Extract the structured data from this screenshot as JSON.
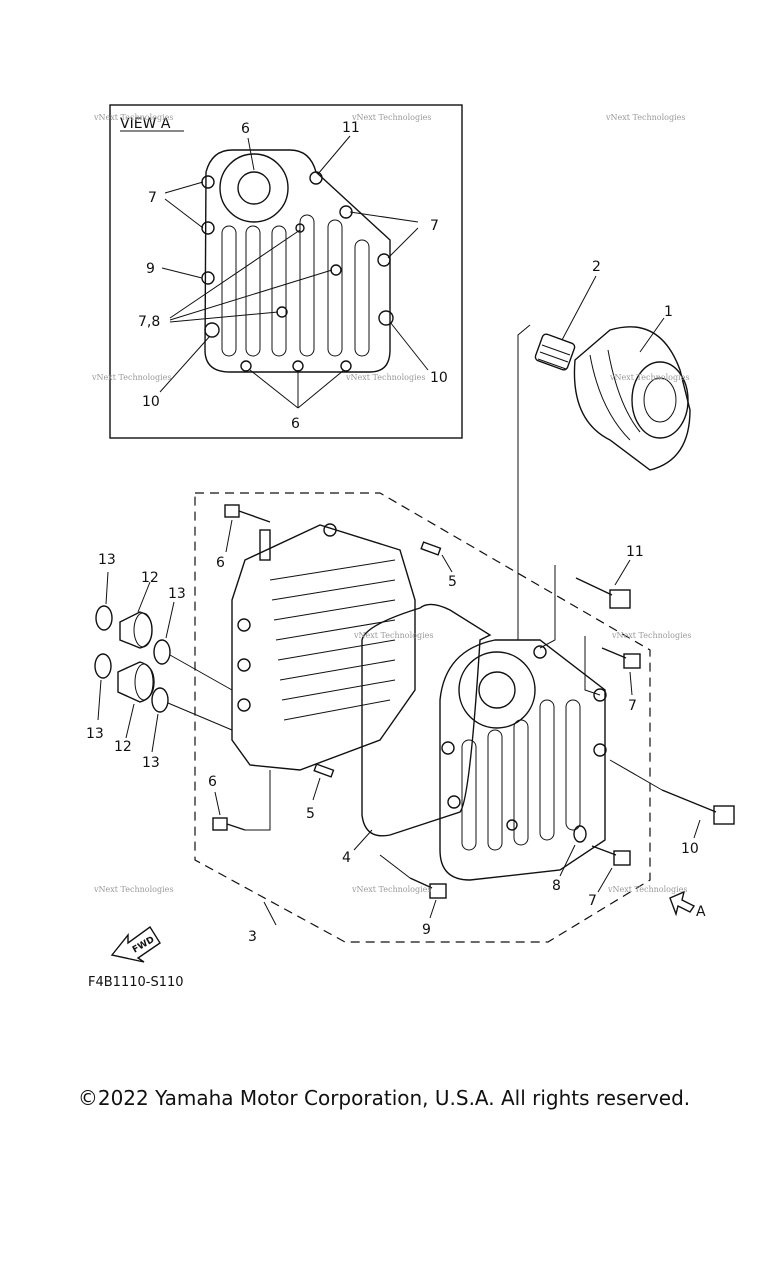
{
  "diagram": {
    "view_label": "VIEW A",
    "figure_code": "F4B1110-S110",
    "fwd_label": "FWD",
    "view_marker": "A",
    "watermark": "vNext Technologies",
    "callouts": {
      "c1": "1",
      "c2": "2",
      "c3": "3",
      "c4": "4",
      "c5a": "5",
      "c5b": "5",
      "c6a": "6",
      "c6b": "6",
      "c6c": "6",
      "c6d": "6",
      "c7a": "7",
      "c7b": "7",
      "c7c": "7",
      "c7d": "7",
      "c78": "7,8",
      "c8": "8",
      "c9a": "9",
      "c9b": "9",
      "c10a": "10",
      "c10b": "10",
      "c10c": "10",
      "c11a": "11",
      "c11b": "11",
      "c12a": "12",
      "c12b": "12",
      "c13a": "13",
      "c13b": "13",
      "c13c": "13",
      "c13d": "13"
    }
  },
  "footer": {
    "copyright": "©2022 Yamaha Motor Corporation, U.S.A. All rights reserved."
  }
}
